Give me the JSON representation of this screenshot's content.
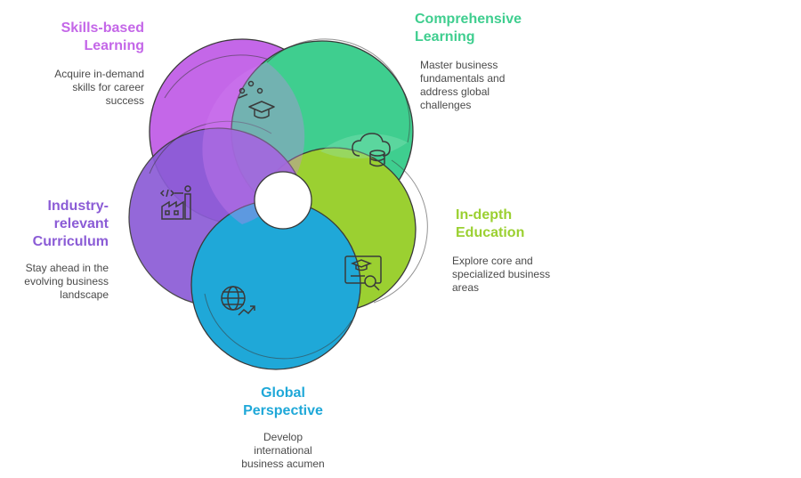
{
  "colors": {
    "skills": "#c467e8",
    "comprehensive": "#3fce8f",
    "indepth": "#9bd031",
    "global": "#1fa8d8",
    "industry": "#8b5cd6",
    "icon_stroke": "#3a3a3a"
  },
  "segments": [
    {
      "key": "skills",
      "title_lines": [
        "Skills-based",
        "Learning"
      ],
      "desc_lines": [
        "Acquire in-demand",
        "skills for career",
        "success"
      ],
      "icon": "graduation-cap-icon"
    },
    {
      "key": "comprehensive",
      "title_lines": [
        "Comprehensive",
        "Learning"
      ],
      "desc_lines": [
        "Master business",
        "fundamentals and",
        "address global",
        "challenges"
      ],
      "icon": "cloud-database-icon"
    },
    {
      "key": "indepth",
      "title_lines": [
        "In-depth",
        "Education"
      ],
      "desc_lines": [
        "Explore core and",
        "specialized business",
        "areas"
      ],
      "icon": "certificate-search-icon"
    },
    {
      "key": "global",
      "title_lines": [
        "Global",
        "Perspective"
      ],
      "desc_lines": [
        "Develop",
        "international",
        "business acumen"
      ],
      "icon": "globe-growth-icon"
    },
    {
      "key": "industry",
      "title_lines": [
        "Industry-",
        "relevant",
        "Curriculum"
      ],
      "desc_lines": [
        "Stay ahead in the",
        "evolving business",
        "landscape"
      ],
      "icon": "factory-code-icon"
    }
  ]
}
